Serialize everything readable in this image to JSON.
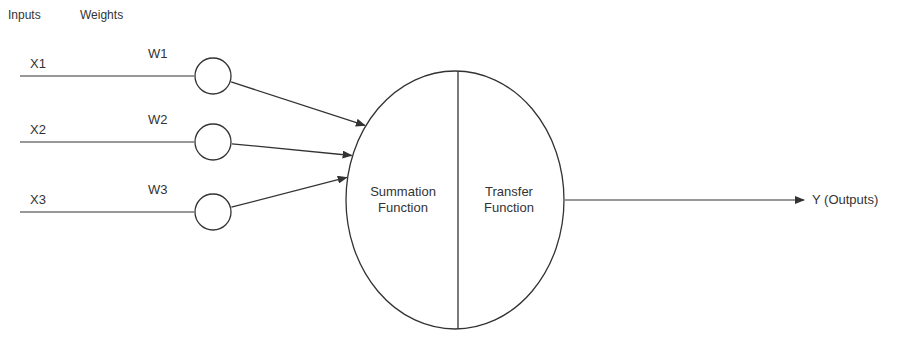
{
  "diagram": {
    "nodes": [
      {
        "text": [
          "W1"
        ]
      },
      {
        "text": [
          "W2"
        ]
      },
      {
        "text": [
          "W3"
        ]
      },
      {
        "text": [
          "Summation Function",
          "Transfer Function"
        ]
      }
    ],
    "edges": [
      {
        "from": 0,
        "to": 3,
        "arrow": "to"
      },
      {
        "from": 1,
        "to": 3,
        "arrow": "to"
      },
      {
        "from": 2,
        "to": 3,
        "arrow": "to"
      }
    ],
    "labels": [
      "Inputs",
      "Weights",
      "X1",
      "X2",
      "X3",
      "Y (Outputs)"
    ]
  }
}
